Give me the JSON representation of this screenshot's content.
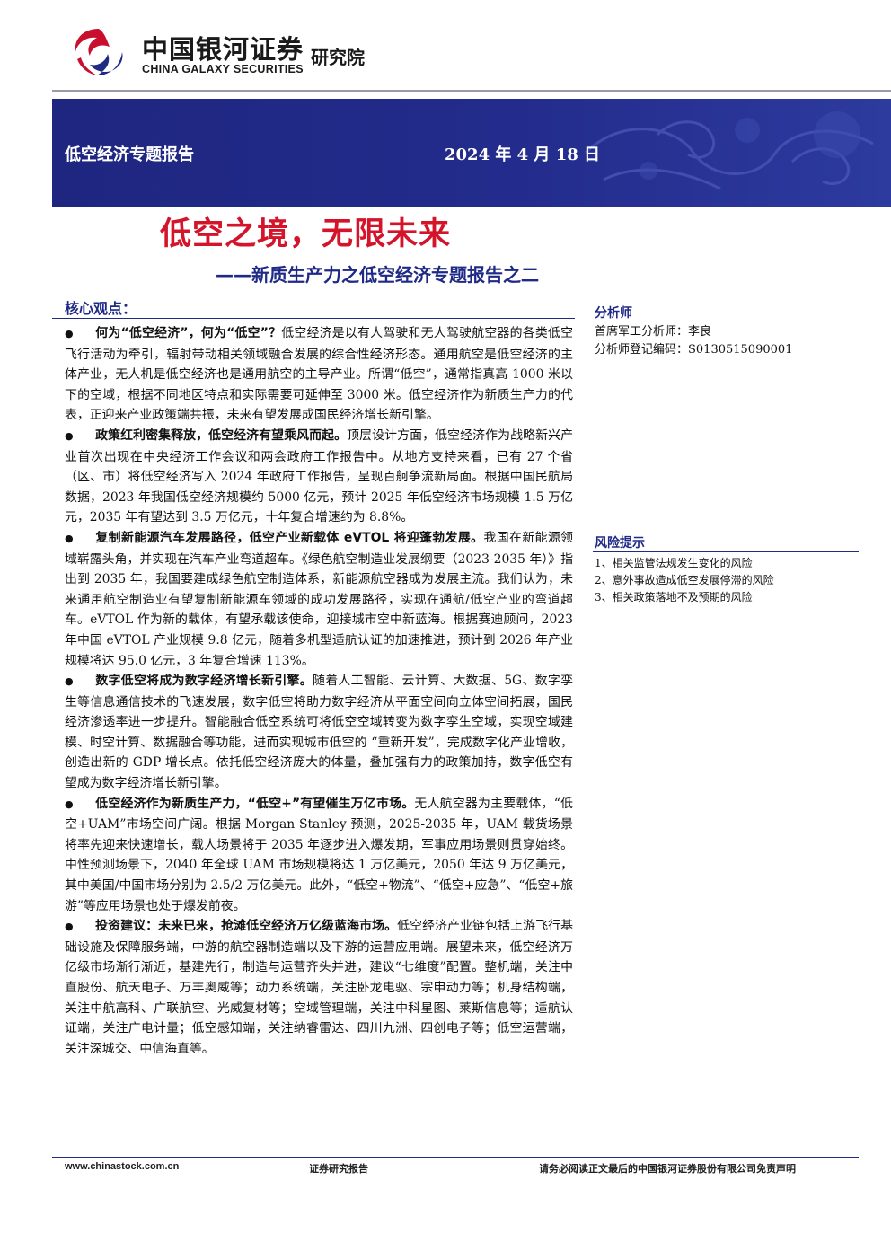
{
  "logo": {
    "name_cn": "中国银河证券",
    "name_en": "CHINA GALAXY SECURITIES",
    "institute": "研究院",
    "icon": "galaxy-swirl-logo"
  },
  "banner": {
    "report_type": "低空经济专题报告",
    "date": "2024 年 4 月 18 日"
  },
  "title": {
    "main": "低空之境，无限未来",
    "sub": "——新质生产力之低空经济专题报告之二"
  },
  "core": {
    "heading": "核心观点：",
    "bullet_symbol": "●",
    "points": [
      {
        "lead": "何为“低空经济”，何为“低空”？",
        "text": "低空经济是以有人驾驶和无人驾驶航空器的各类低空飞行活动为牵引，辐射带动相关领域融合发展的综合性经济形态。通用航空是低空经济的主体产业，无人机是低空经济也是通用航空的主导产业。所谓“低空”，通常指真高 1000 米以下的空域，根据不同地区特点和实际需要可延伸至 3000 米。低空经济作为新质生产力的代表，正迎来产业政策端共振，未来有望发展成国民经济增长新引擎。"
      },
      {
        "lead": "政策红利密集释放，低空经济有望乘风而起。",
        "text": "顶层设计方面，低空经济作为战略新兴产业首次出现在中央经济工作会议和两会政府工作报告中。从地方支持来看，已有 27 个省（区、市）将低空经济写入 2024 年政府工作报告，呈现百舸争流新局面。根据中国民航局数据，2023 年我国低空经济规模约 5000 亿元，预计 2025 年低空经济市场规模 1.5 万亿元，2035 年有望达到 3.5 万亿元，十年复合增速约为 8.8%。"
      },
      {
        "lead": "复制新能源汽车发展路径，低空产业新载体 eVTOL 将迎蓬勃发展。",
        "text": "我国在新能源领域崭露头角，并实现在汽车产业弯道超车。《绿色航空制造业发展纲要（2023-2035 年）》指出到 2035 年，我国要建成绿色航空制造体系，新能源航空器成为发展主流。我们认为，未来通用航空制造业有望复制新能源车领域的成功发展路径，实现在通航/低空产业的弯道超车。eVTOL 作为新的载体，有望承载该使命，迎接城市空中新蓝海。根据赛迪顾问，2023 年中国 eVTOL 产业规模 9.8 亿元，随着多机型适航认证的加速推进，预计到 2026 年产业规模将达 95.0 亿元，3 年复合增速 113%。"
      },
      {
        "lead": "数字低空将成为数字经济增长新引擎。",
        "text": "随着人工智能、云计算、大数据、5G、数字孪生等信息通信技术的飞速发展，数字低空将助力数字经济从平面空间向立体空间拓展，国民经济渗透率进一步提升。智能融合低空系统可将低空空域转变为数字孪生空域，实现空域建模、时空计算、数据融合等功能，进而实现城市低空的 “重新开发”，完成数字化产业增收，创造出新的 GDP 增长点。依托低空经济庞大的体量，叠加强有力的政策加持，数字低空有望成为数字经济增长新引擎。"
      },
      {
        "lead": "低空经济作为新质生产力，“低空+”有望催生万亿市场。",
        "text": "无人航空器为主要载体，“低空+UAM”市场空间广阔。根据 Morgan Stanley 预测，2025-2035 年，UAM 载货场景将率先迎来快速增长，载人场景将于 2035 年逐步进入爆发期，军事应用场景则贯穿始终。中性预测场景下，2040 年全球 UAM 市场规模将达 1 万亿美元，2050 年达 9 万亿美元，其中美国/中国市场分别为 2.5/2 万亿美元。此外，“低空+物流”、“低空+应急”、“低空+旅游”等应用场景也处于爆发前夜。"
      },
      {
        "lead": "投资建议：未来已来，抢滩低空经济万亿级蓝海市场。",
        "text": "低空经济产业链包括上游飞行基础设施及保障服务端，中游的航空器制造端以及下游的运营应用端。展望未来，低空经济万亿级市场渐行渐近，基建先行，制造与运营齐头并进，建议“七维度”配置。整机端，关注中直股份、航天电子、万丰奥威等；动力系统端，关注卧龙电驱、宗申动力等；机身结构端，关注中航高科、广联航空、光威复材等；空域管理端，关注中科星图、莱斯信息等；适航认证端，关注广电计量；低空感知端，关注纳睿雷达、四川九洲、四创电子等；低空运营端，关注深城交、中信海直等。"
      }
    ]
  },
  "analyst": {
    "heading": "分析师",
    "line1": "首席军工分析师：李良",
    "line2": "分析师登记编码：S0130515090001"
  },
  "risk": {
    "heading": "风险提示",
    "items": [
      "1、相关监管法规发生变化的风险",
      "2、意外事故造成低空发展停滞的风险",
      "3、相关政策落地不及预期的风险"
    ]
  },
  "footer": {
    "website": "www.chinastock.com.cn",
    "center": "证券研究报告",
    "disclaimer": "请务必阅读正文最后的中国银河证券股份有限公司免责声明"
  },
  "colors": {
    "brand_navy": "#1f2a86",
    "title_red": "#d4142a",
    "logo_red": "#c8102e"
  }
}
